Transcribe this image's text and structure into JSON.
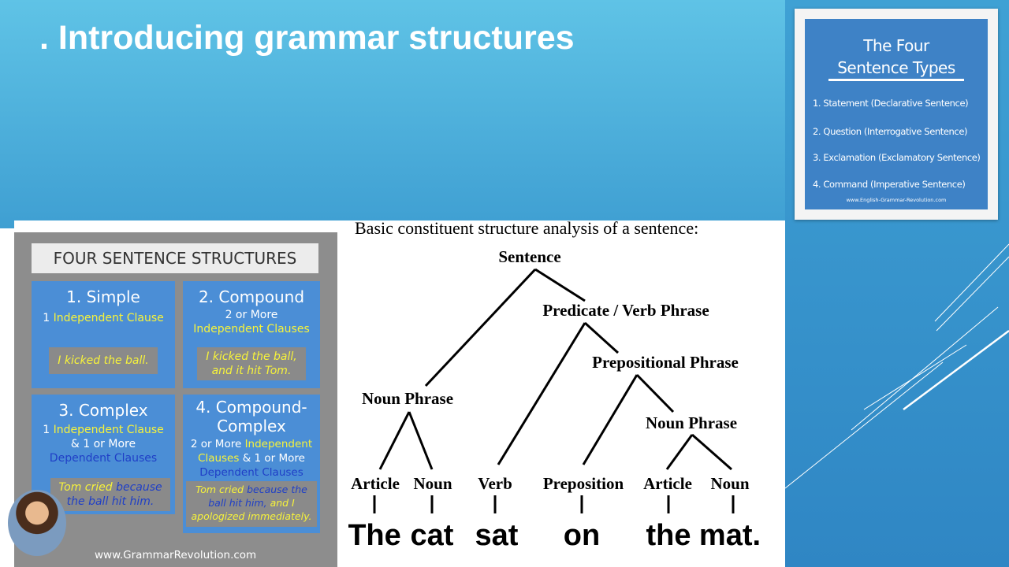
{
  "slide": {
    "title": ". Introducing grammar structures"
  },
  "types_card": {
    "title_line1": "The Four",
    "title_line2": "Sentence Types",
    "items": [
      "1. Statement (Declarative Sentence)",
      "2. Question (Interrogative Sentence)",
      "3. Exclamation (Exclamatory Sentence)",
      "4. Command (Imperative Sentence)"
    ],
    "url": "www.English-Grammar-Revolution.com"
  },
  "structures": {
    "header": "FOUR SENTENCE STRUCTURES",
    "simple": {
      "title": "1. Simple",
      "sub_num": "1",
      "sub_label": "Independent Clause",
      "example": "I kicked the ball."
    },
    "compound": {
      "title": "2. Compound",
      "sub_line1": "2 or More",
      "sub_line2": "Independent Clauses",
      "example_line1": "I kicked the ball,",
      "example_line2": "and it hit Tom."
    },
    "complex": {
      "title": "3. Complex",
      "line1_num": "1",
      "line1_label": "Independent Clause",
      "line2": "& 1 or More",
      "line3": "Dependent Clauses",
      "example_a": "Tom cried",
      "example_b": "because",
      "example_c": "the ball hit him."
    },
    "compound_complex": {
      "title_line1": "4. Compound-",
      "title_line2": "Complex",
      "line1_a": "2 or More",
      "line1_b": "Independent",
      "line2_a": "Clauses",
      "line2_b": "& 1 or More",
      "line3": "Dependent Clauses",
      "example_a": "Tom cried",
      "example_b": "because the",
      "example_c": "ball hit him,",
      "example_d": "and I",
      "example_e": "apologized immediately."
    },
    "url": "www.GrammarRevolution.com"
  },
  "tree": {
    "caption": "Basic constituent structure analysis of a sentence:",
    "nodes": {
      "sentence": "Sentence",
      "predicate": "Predicate / Verb Phrase",
      "prep_phrase": "Prepositional Phrase",
      "noun_phrase_1": "Noun Phrase",
      "noun_phrase_2": "Noun Phrase"
    },
    "pos": [
      "Article",
      "Noun",
      "Verb",
      "Preposition",
      "Article",
      "Noun"
    ],
    "words": [
      "The",
      "cat",
      "sat",
      "on",
      "the",
      "mat."
    ]
  },
  "colors": {
    "slide_blue": "#3f9fd2",
    "card_blue": "#3e82c6",
    "box_blue": "#4b8ed6",
    "highlight_yellow": "#f7f33a",
    "dark_blue_text": "#1f3fc7"
  }
}
